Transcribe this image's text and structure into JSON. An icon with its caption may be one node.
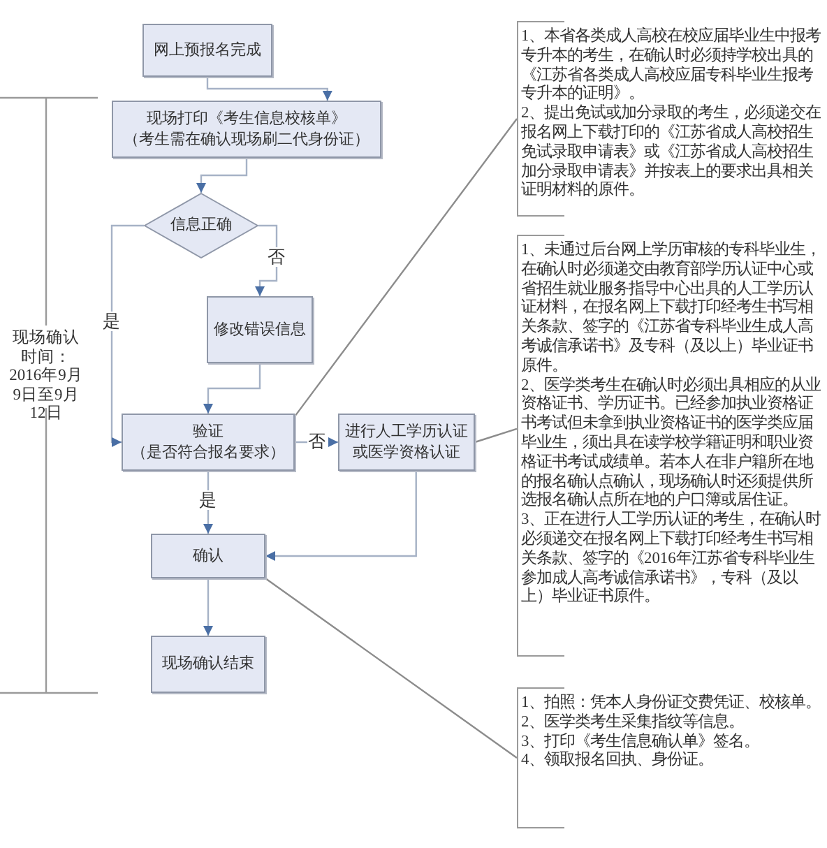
{
  "diagram": {
    "nodes": [
      {
        "text": [
          "网上预报名完成"
        ]
      },
      {
        "text": [
          "现场打印《考生信息校核单》",
          "（考生需在确认现场刷二代身份证）"
        ]
      },
      {
        "text": [
          "信息正确"
        ]
      },
      {
        "text": [
          "修改错误信息"
        ]
      },
      {
        "text": [
          "验证",
          "（是否符合报名要求）"
        ]
      },
      {
        "text": [
          "进行人工学历认证或医学资格认证"
        ]
      },
      {
        "text": [
          "确认"
        ]
      },
      {
        "text": [
          "现场确认结束"
        ]
      },
      {
        "text": [
          "1、本省各类成人高校在校应届毕业生中报考专升本的考生，在确认时必须持学校出具的《江苏省各类成人高校应届专科毕业生报考专升本的证明》。",
          "2、提出免试或加分录取的考生，必须递交在报名网上下载打印的《江苏省成人高校招生免试录取申请表》或《江苏省成人高校招生加分录取申请表》并按表上的要求出具相关证明材料的原件。"
        ]
      },
      {
        "text": [
          "1、未通过后台网上学历审核的专科毕业生，在确认时必须递交由教育部学历认证中心或省招生就业服务指导中心出具的人工学历认证材料，在报名网上下载打印经考生书写相关条款、签字的《江苏省专科毕业生成人高考诚信承诺书》及专科（及以上）毕业证书原件。",
          "2、医学类考生在确认时必须出具相应的从业资格证书、学历证书。已经参加执业资格证书考试但未拿到执业资格证书的医学类应届毕业生，须出具在读学校学籍证明和职业资格证书考试成绩单。若本人在非户籍所在地的报名确认点确认，现场确认时还须提供所选报名确认点所在地的户口簿或居住证。",
          "3、正在进行人工学历认证的考生，在确认时必须递交在报名网上下载打印经考生书写相关条款、签字的《2016年江苏省专科毕业生参加成人高考诚信承诺书》，专科（及以上）毕业证书原件。"
        ]
      },
      {
        "text": [
          "1、拍照：凭本人身份证交费凭证、校核单。",
          "2、医学类考生采集指纹等信息。",
          "3、打印《考生信息确认单》签名。",
          "4、领取报名回执、身份证。"
        ]
      }
    ],
    "edges": [
      {
        "from": 0,
        "to": 1,
        "arrow": "to"
      },
      {
        "from": 1,
        "to": 2,
        "arrow": "to"
      },
      {
        "from": 2,
        "to": 3,
        "arrow": "to",
        "label": "否"
      },
      {
        "from": 2,
        "to": 4,
        "arrow": "to",
        "label": "是"
      },
      {
        "from": 3,
        "to": 4,
        "arrow": "to"
      },
      {
        "from": 4,
        "to": 5,
        "arrow": "to",
        "label": "否"
      },
      {
        "from": 4,
        "to": 6,
        "arrow": "to",
        "label": "是"
      },
      {
        "from": 5,
        "to": 6,
        "arrow": "to"
      },
      {
        "from": 6,
        "to": 7,
        "arrow": "to"
      },
      {
        "from": 4,
        "to": 8,
        "arrow": "none",
        "color": "#8c8c8c"
      },
      {
        "from": 5,
        "to": 9,
        "arrow": "none",
        "color": "#8c8c8c"
      },
      {
        "from": 6,
        "to": 10,
        "arrow": "none",
        "color": "#8c8c8c"
      }
    ],
    "labels": [
      "现场确认时间：2016年9月9日至9月12日"
    ]
  }
}
